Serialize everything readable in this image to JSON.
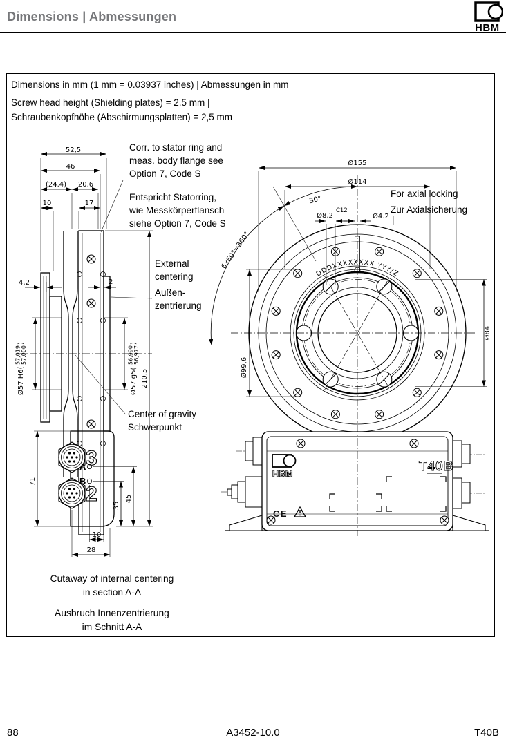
{
  "header": {
    "title": "Dimensions | Abmessungen",
    "logo": "HBM"
  },
  "notes": {
    "units": "Dimensions in mm (1 mm = 0.03937 inches) | Abmessungen in mm",
    "screws_en": "Screw head height (Shielding plates) = 2.5 mm |",
    "screws_de": "Schraubenkopfhöhe (Abschirmungsplatten) = 2,5 mm"
  },
  "annotations": {
    "corr_en1": "Corr. to stator ring and",
    "corr_en2": "meas. body flange see",
    "corr_en3": "Option 7, Code S",
    "corr_de1": "Entspricht Statorring,",
    "corr_de2": "wie Messkörperflansch",
    "corr_de3": "siehe Option 7, Code S",
    "axial_en": "For axial locking",
    "axial_de": "Zur Axialsicherung",
    "ext_en1": "External",
    "ext_en2": "centering",
    "ext_de1": "Außen-",
    "ext_de2": "zentrierung",
    "cog_en": "Center of gravity",
    "cog_de": "Schwerpunkt",
    "cutaway_en1": "Cutaway of internal centering",
    "cutaway_en2": "in section A-A",
    "cutaway_de1": "Ausbruch Innenzentrierung",
    "cutaway_de2": "im Schnitt A-A"
  },
  "side_view": {
    "dims": {
      "w525": "52,5",
      "w46": "46",
      "w244": "(24.4)",
      "w206": "20.6",
      "w10": "10",
      "w17": "17",
      "t42": "4,2",
      "g2": "2",
      "h2105": "210,5",
      "h71": "71",
      "h45": "45",
      "h35": "35",
      "b10": "10",
      "b28": "28",
      "boreL": "Ø57 H6(",
      "boreL_hi": "57,019",
      "boreL_lo": "57,000",
      "boreR": "Ø57 g5(",
      "boreR_hi": "56,990",
      "boreR_lo": "56,977",
      "paren": ")"
    },
    "connectors": {
      "plug3": "3",
      "plug2": "2",
      "ptA": "A",
      "ptB": "B"
    }
  },
  "front_view": {
    "dims": {
      "d155": "Ø155",
      "d114": "Ø114",
      "a30": "30°",
      "d82": "Ø8,2",
      "c12": "C12",
      "d42": "Ø4.2",
      "a660": "6x60°=360°",
      "d996": "Ø99,6",
      "d84": "Ø84"
    },
    "serial": "DDDXXXXXXXX YYY/Z",
    "housing": {
      "model": "T40B",
      "logo": "HBM",
      "ce": "CE"
    }
  },
  "footer": {
    "page": "88",
    "doc": "A3452-10.0",
    "model": "T40B"
  }
}
